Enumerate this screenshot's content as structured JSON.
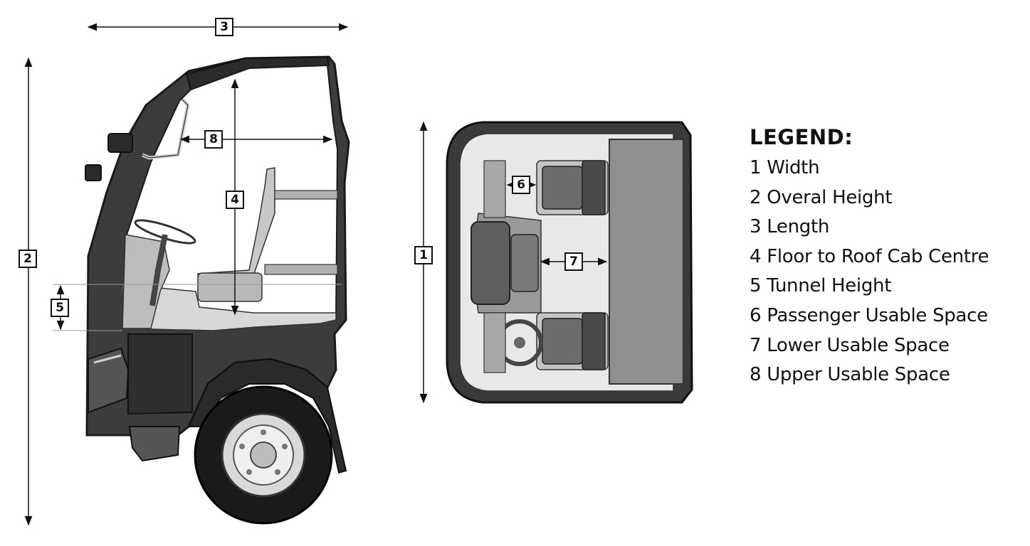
{
  "colors": {
    "outline": "#1a1a1a",
    "body_dark": "#3c3c3c",
    "interior_light": "#d4d4d4",
    "interior_mid": "#8f8f8f",
    "floor": "#e8e8e8"
  },
  "dimension_tags": {
    "width": "1",
    "overall_height": "2",
    "length": "3",
    "floor_to_roof": "4",
    "tunnel_height": "5",
    "passenger_space": "6",
    "lower_space": "7",
    "upper_space": "8"
  },
  "legend": {
    "title": "LEGEND:",
    "items": [
      "1 Width",
      "2 Overal Height",
      "3 Length",
      "4 Floor to Roof Cab Centre",
      "5 Tunnel Height",
      "6 Passenger Usable Space",
      "7 Lower Usable Space",
      "8 Upper Usable Space"
    ]
  }
}
